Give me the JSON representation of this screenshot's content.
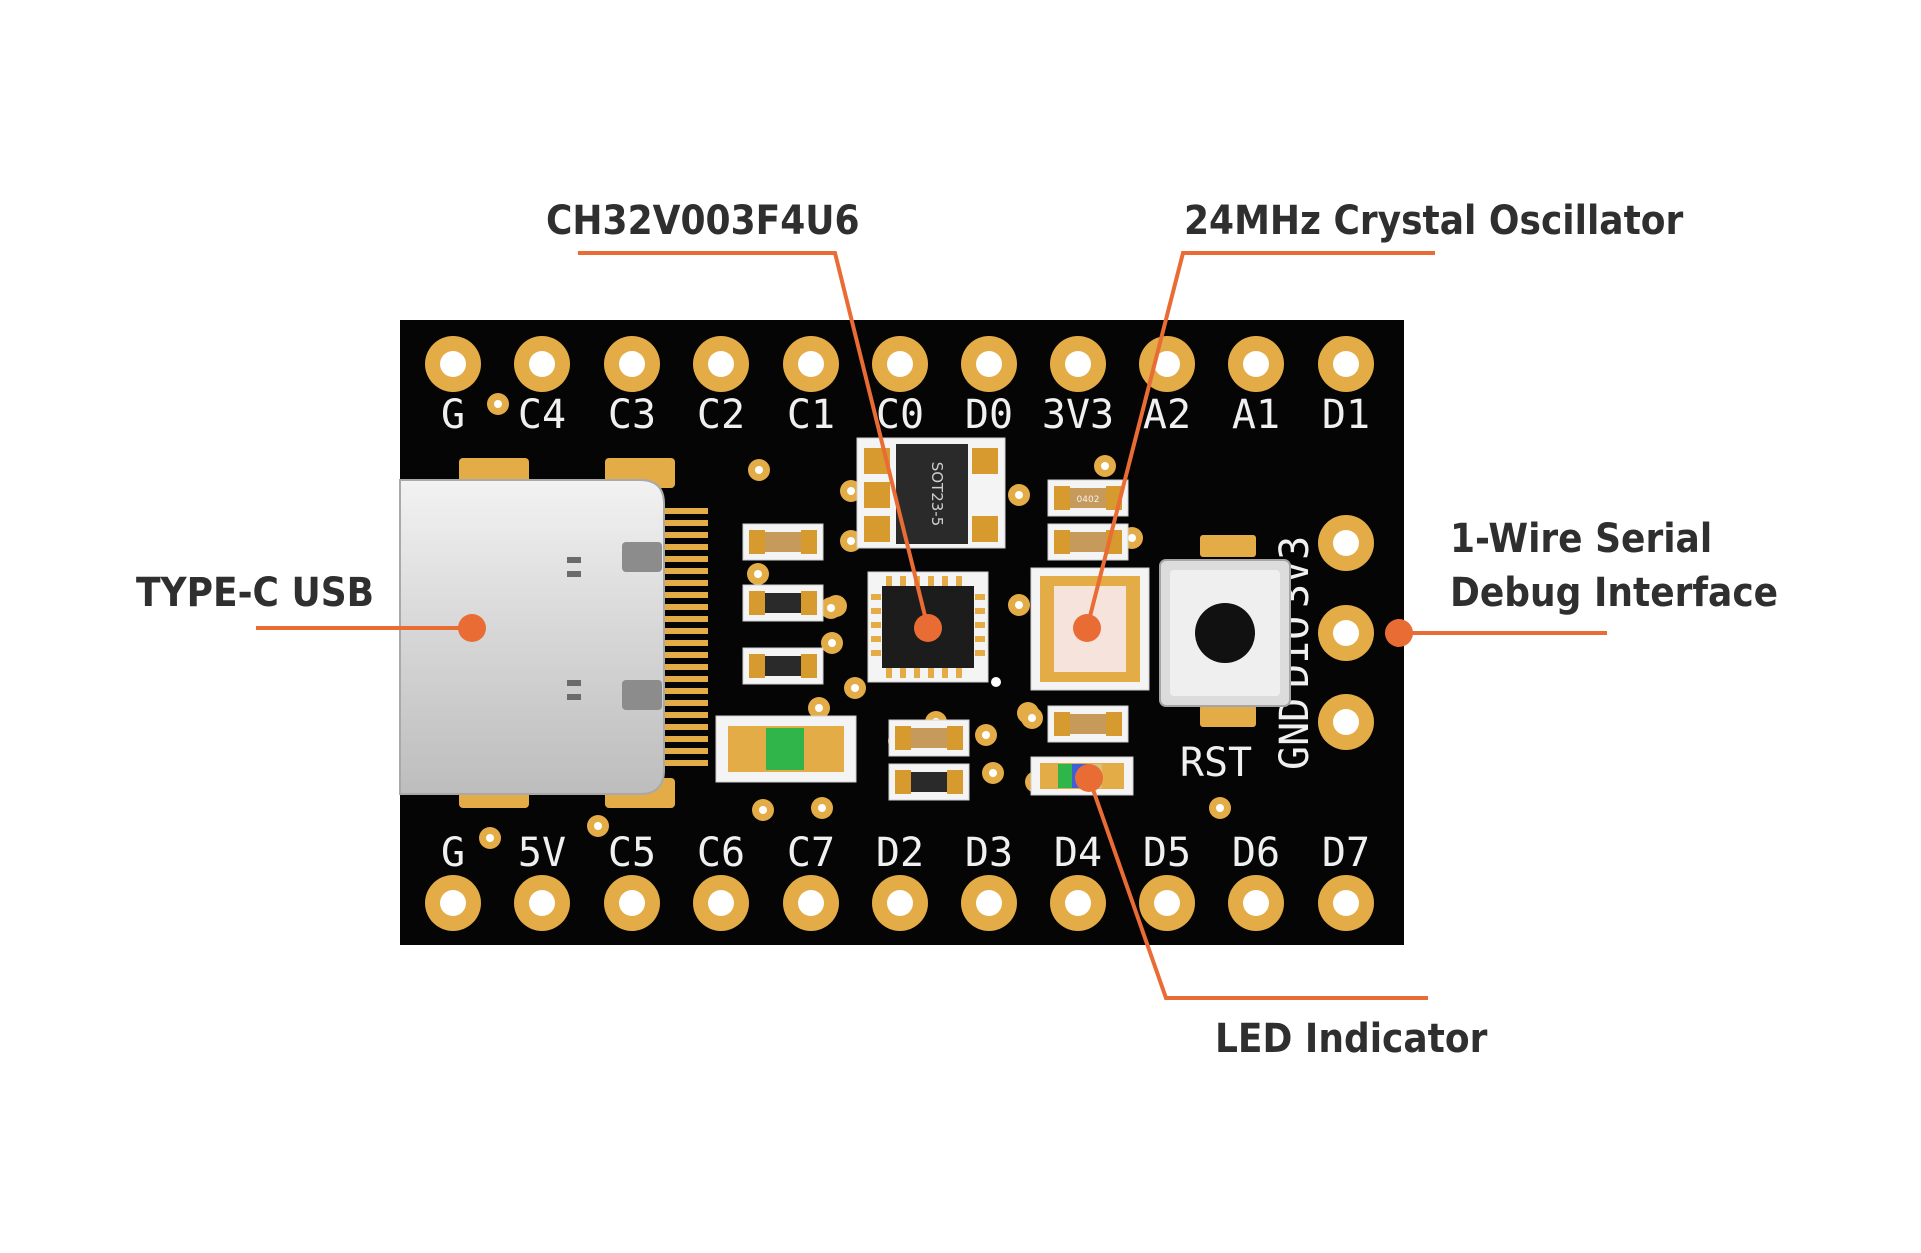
{
  "board": {
    "top_pins": [
      "G",
      "C4",
      "C3",
      "C2",
      "C1",
      "C0",
      "D0",
      "3V3",
      "A2",
      "A1",
      "D1"
    ],
    "bottom_pins": [
      "G",
      "5V",
      "C5",
      "C6",
      "C7",
      "D2",
      "D3",
      "D4",
      "D5",
      "D6",
      "D7"
    ],
    "side_pins": [
      "GND",
      "DIO",
      "3V3"
    ],
    "button_label": "RST",
    "regulator_marking": "SOT23-5",
    "passive_marking": "0402"
  },
  "callouts": {
    "mcu": "CH32V003F4U6",
    "crystal": "24MHz Crystal Oscillator",
    "usb": "TYPE-C USB",
    "debug_line1": "1-Wire Serial",
    "debug_line2": "Debug Interface",
    "led": "LED Indicator"
  },
  "colors": {
    "board": "#050505",
    "pad_gold": "#e3ac46",
    "callout_orange": "#ea6c35",
    "led_green": "#2fb54a"
  }
}
